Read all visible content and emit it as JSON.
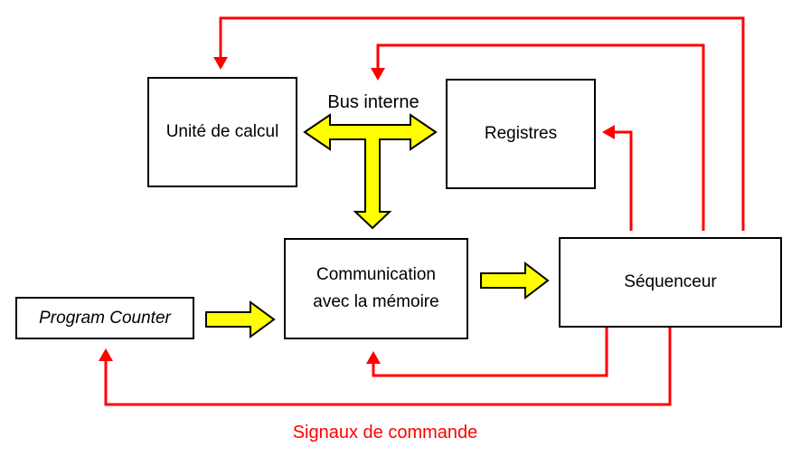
{
  "diagram": {
    "boxes": {
      "unite_de_calcul": {
        "label": "Unité de calcul"
      },
      "registres": {
        "label": "Registres"
      },
      "communication": {
        "label_line1": "Communication",
        "label_line2": "avec la mémoire"
      },
      "sequenceur": {
        "label": "Séquenceur"
      },
      "program_counter": {
        "label": "Program Counter"
      }
    },
    "labels": {
      "bus_interne": "Bus interne",
      "signaux_de_commande": "Signaux de commande"
    },
    "colors": {
      "control_red": "#ff0000",
      "bus_yellow": "#ffff00",
      "box_border": "#000000",
      "background": "#ffffff"
    },
    "connections": {
      "bus": [
        {
          "from": "bus-junction",
          "to": "unite-de-calcul",
          "type": "yellow-block-arrow",
          "bidirectional": true
        },
        {
          "from": "bus-junction",
          "to": "registres",
          "type": "yellow-block-arrow",
          "bidirectional": true
        },
        {
          "from": "bus-junction",
          "to": "communication",
          "type": "yellow-block-arrow",
          "bidirectional": false
        },
        {
          "from": "program-counter",
          "to": "communication",
          "type": "yellow-block-arrow",
          "bidirectional": false
        },
        {
          "from": "communication",
          "to": "sequenceur",
          "type": "yellow-block-arrow",
          "bidirectional": false
        }
      ],
      "control": [
        {
          "from": "sequenceur",
          "to": "unite-de-calcul",
          "type": "red-line-arrow"
        },
        {
          "from": "sequenceur",
          "to": "bus-interne",
          "type": "red-line-arrow"
        },
        {
          "from": "sequenceur",
          "to": "registres",
          "type": "red-line-arrow"
        },
        {
          "from": "sequenceur",
          "to": "communication",
          "type": "red-line-arrow"
        },
        {
          "from": "sequenceur",
          "to": "program-counter",
          "type": "red-line-arrow"
        }
      ]
    }
  }
}
